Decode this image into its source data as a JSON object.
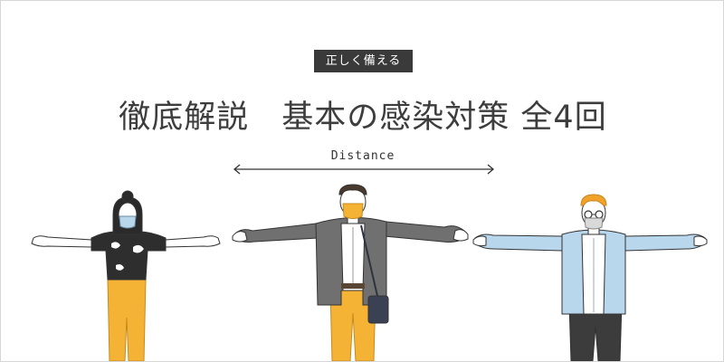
{
  "banner": {
    "tag": "正しく備える",
    "title": "徹底解説　基本の感染対策 全4回",
    "distance_label": "Distance"
  },
  "colors": {
    "tag_bg": "#3a3a3a",
    "title_text": "#3d3d3d",
    "skin": "#ffffff",
    "woman_top": "#2e2e2e",
    "woman_pants": "#f5b335",
    "man_jacket": "#707070",
    "man_pants": "#f5b335",
    "man_hair": "#4a3a2e",
    "right_shirt": "#b8d6ec",
    "right_hair": "#f0a22a",
    "right_pants": "#3c3c3c",
    "mask_blue": "#b8d6ec",
    "mask_orange": "#f5b335"
  },
  "figures": [
    {
      "name": "woman",
      "icon": "woman-with-mask-icon"
    },
    {
      "name": "man-with-bag",
      "icon": "man-with-mask-icon"
    },
    {
      "name": "man-with-glasses",
      "icon": "man-with-glasses-icon"
    }
  ]
}
